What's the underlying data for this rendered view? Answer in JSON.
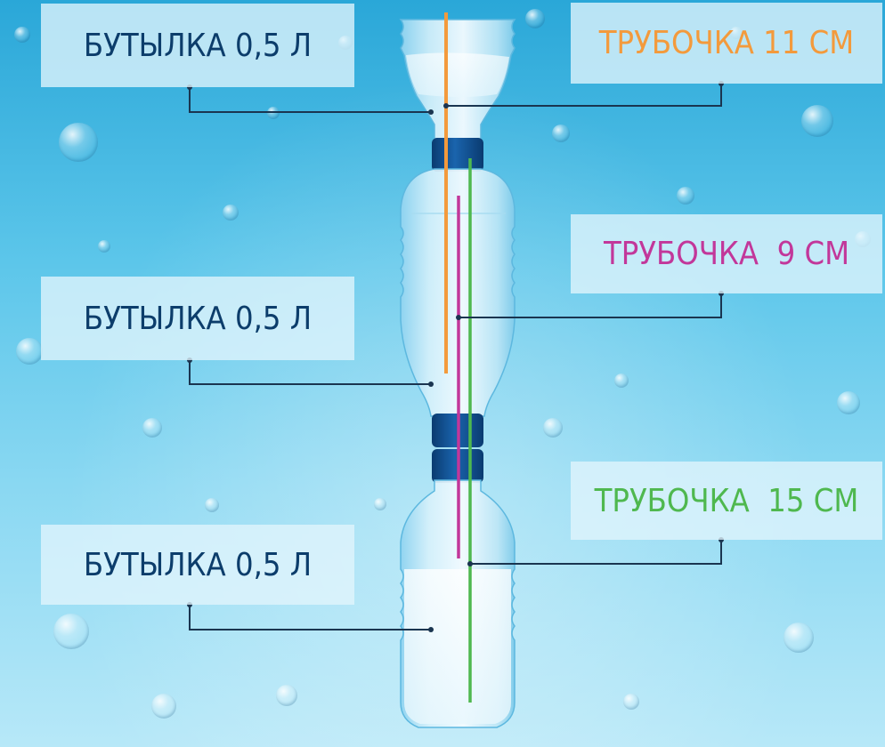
{
  "labels": {
    "bottle_top": "БУТЫЛКА 0,5 Л",
    "bottle_middle": "БУТЫЛКА 0,5 Л",
    "bottle_bottom": "БУТЫЛКА 0,5 Л",
    "straw_orange": "ТРУБОЧКА 11 СМ",
    "straw_purple": "ТРУБОЧКА  9 СМ",
    "straw_green": "ТРУБОЧКА  15 СМ"
  },
  "colors": {
    "bottle_label_text": "#0c3d6b",
    "straw_orange": "#f39a3c",
    "straw_purple": "#c2379a",
    "straw_green": "#4fb84f",
    "cap": "#0f4c8a",
    "leader_line": "#1a3550"
  }
}
